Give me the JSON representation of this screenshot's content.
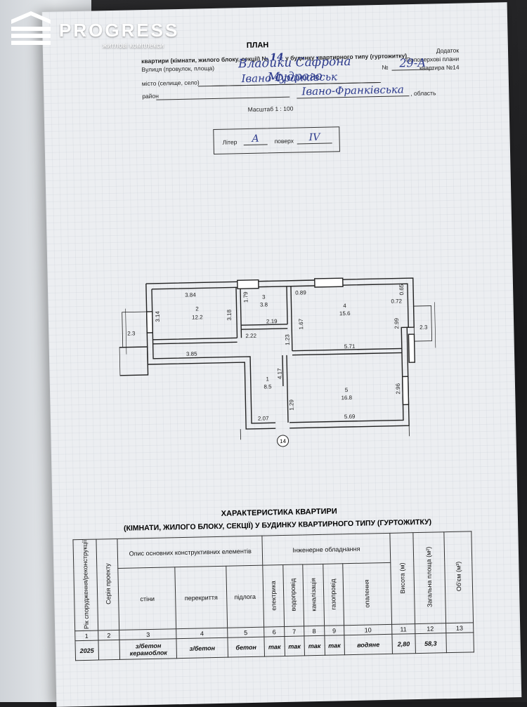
{
  "watermark": {
    "brand": "PROGRESS",
    "tagline": "житлові комплекси"
  },
  "header": {
    "appendix_label": "Додаток",
    "floor_plan_label": "Поповерхові плани",
    "apartment_ref": "квартира №14",
    "title": "ПЛАН",
    "subtitle_prefix": "квартири (кімнати, жилого блоку, секції) №",
    "apartment_number": "14",
    "subtitle_suffix": "у будинку квартирного типу (гуртожитку)",
    "street_label": "Вулиця (провулок, площа)",
    "street_value": "Владики Сафрона Мудрого",
    "house_no_label": "№",
    "house_no_value": "29-А",
    "city_label": "місто (селище, село)",
    "city_value": "Івано-Франківськ",
    "district_label": "район",
    "region_value": "Івано-Франківська",
    "region_label": ", область",
    "scale": "Масштаб 1 : 100",
    "litera_label": "Літер",
    "litera_value": "А",
    "floor_label": "поверх",
    "floor_value": "IV"
  },
  "plan": {
    "rooms": [
      {
        "no": "1",
        "area": "8.5"
      },
      {
        "no": "2",
        "area": "12.2"
      },
      {
        "no": "3",
        "area": "3.8"
      },
      {
        "no": "4",
        "area": "15.6"
      },
      {
        "no": "5",
        "area": "16.8"
      }
    ],
    "dims": [
      "3.84",
      "3.14",
      "3.18",
      "3.85",
      "1.79",
      "2.19",
      "2.22",
      "1.23",
      "0.89",
      "1.67",
      "2.99",
      "0.65",
      "0.72",
      "5.71",
      "4.17",
      "1.29",
      "2.96",
      "2.07",
      "5.69",
      "2.3",
      "2.3"
    ],
    "axis_marker": "14"
  },
  "table": {
    "title_line1": "ХАРАКТЕРИСТИКА КВАРТИРИ",
    "title_line2": "(КІМНАТИ, ЖИЛОГО БЛОКУ, СЕКЦІЇ) У БУДИНКУ КВАРТИРНОГО ТИПУ (ГУРТОЖИТКУ)",
    "h_year": "Рік спорудження/реконструкції",
    "h_series": "Серія проекту",
    "h_constr": "Опис основних конструктивних елементів",
    "h_walls": "стіни",
    "h_ceiling": "перекриття",
    "h_floor": "підлога",
    "h_eng": "Інженерне обладнання",
    "h_elec": "електрика",
    "h_water": "водопровід",
    "h_sewer": "каналізація",
    "h_gas": "газопровід",
    "h_heat": "опалення",
    "h_height": "Висота (м)",
    "h_area": "Загальна площа (м²)",
    "h_volume": "Об'єм (м³)",
    "nums": [
      "1",
      "2",
      "3",
      "4",
      "5",
      "6",
      "7",
      "8",
      "9",
      "10",
      "11",
      "12",
      "13"
    ],
    "row": {
      "year": "2025",
      "series": "",
      "walls": "з/бетон керамоблок",
      "ceiling": "з/бетон",
      "floor": "бетон",
      "elec": "так",
      "water": "так",
      "sewer": "так",
      "gas": "так",
      "heat": "водяне",
      "height": "2,80",
      "area": "58,3",
      "volume": ""
    }
  }
}
